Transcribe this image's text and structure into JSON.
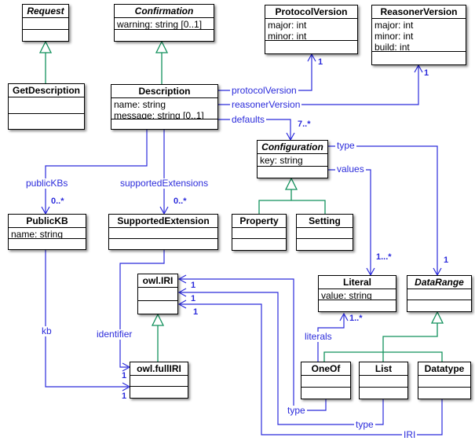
{
  "diagram": {
    "colors": {
      "association": "#2b2bdb",
      "generalization": "#12915c",
      "box_border": "#000000",
      "box_fill": "#ffffff"
    },
    "classes": [
      {
        "name": "Request",
        "abstract": true,
        "attributes": []
      },
      {
        "name": "Confirmation",
        "abstract": true,
        "attributes": [
          "warning: string [0..1]"
        ]
      },
      {
        "name": "ProtocolVersion",
        "abstract": false,
        "attributes": [
          "major: int",
          "minor: int"
        ]
      },
      {
        "name": "ReasonerVersion",
        "abstract": false,
        "attributes": [
          "major: int",
          "minor: int",
          "build: int"
        ]
      },
      {
        "name": "GetDescription",
        "abstract": false,
        "attributes": []
      },
      {
        "name": "Description",
        "abstract": false,
        "attributes": [
          "name: string",
          "message: string [0..1]"
        ]
      },
      {
        "name": "Configuration",
        "abstract": true,
        "attributes": [
          "key: string"
        ]
      },
      {
        "name": "PublicKB",
        "abstract": false,
        "attributes": [
          "name: string"
        ]
      },
      {
        "name": "SupportedExtension",
        "abstract": false,
        "attributes": []
      },
      {
        "name": "Property",
        "abstract": false,
        "attributes": []
      },
      {
        "name": "Setting",
        "abstract": false,
        "attributes": []
      },
      {
        "name": "owl.IRI",
        "abstract": false,
        "attributes": []
      },
      {
        "name": "Literal",
        "abstract": false,
        "attributes": [
          "value: string"
        ]
      },
      {
        "name": "DataRange",
        "abstract": true,
        "attributes": []
      },
      {
        "name": "owl.fullIRI",
        "abstract": false,
        "attributes": []
      },
      {
        "name": "OneOf",
        "abstract": false,
        "attributes": []
      },
      {
        "name": "List",
        "abstract": false,
        "attributes": []
      },
      {
        "name": "Datatype",
        "abstract": false,
        "attributes": []
      }
    ],
    "edges": [
      {
        "id": "protocolVersion",
        "from": "Description",
        "to": "ProtocolVersion",
        "label": "protocolVersion",
        "multiplicity": "1"
      },
      {
        "id": "reasonerVersion",
        "from": "Description",
        "to": "ReasonerVersion",
        "label": "reasonerVersion",
        "multiplicity": "1"
      },
      {
        "id": "defaults",
        "from": "Description",
        "to": "Configuration",
        "label": "defaults",
        "multiplicity": "7..*"
      },
      {
        "id": "publicKBs",
        "from": "Description",
        "to": "PublicKB",
        "label": "publicKBs",
        "multiplicity": "0..*"
      },
      {
        "id": "supportedExtensions",
        "from": "Description",
        "to": "SupportedExtension",
        "label": "supportedExtensions",
        "multiplicity": "0..*"
      },
      {
        "id": "configuration-type",
        "from": "Configuration",
        "to": "DataRange",
        "label": "type",
        "multiplicity": "1"
      },
      {
        "id": "values",
        "from": "Configuration",
        "to": "Literal",
        "label": "values",
        "multiplicity": "1...*"
      },
      {
        "id": "identifier",
        "from": "SupportedExtension",
        "to": "owl.fullIRI",
        "label": "identifier",
        "multiplicity": "1"
      },
      {
        "id": "kb",
        "from": "PublicKB",
        "to": "owl.fullIRI",
        "label": "kb",
        "multiplicity": "1"
      },
      {
        "id": "literals",
        "from": "OneOf",
        "to": "Literal",
        "label": "literals",
        "multiplicity": "1..*"
      },
      {
        "id": "oneof-type",
        "from": "OneOf",
        "to": "owl.IRI",
        "label": "type",
        "multiplicity": "1"
      },
      {
        "id": "list-type",
        "from": "List",
        "to": "owl.IRI",
        "label": "type",
        "multiplicity": "1"
      },
      {
        "id": "datatype-iri",
        "from": "Datatype",
        "to": "owl.IRI",
        "label": "IRI",
        "multiplicity": "1"
      }
    ],
    "generalizations": [
      {
        "parent": "Request",
        "children": [
          "GetDescription"
        ]
      },
      {
        "parent": "Confirmation",
        "children": [
          "Description"
        ]
      },
      {
        "parent": "Configuration",
        "children": [
          "Property",
          "Setting"
        ]
      },
      {
        "parent": "owl.IRI",
        "children": [
          "owl.fullIRI"
        ]
      },
      {
        "parent": "DataRange",
        "children": [
          "OneOf",
          "List",
          "Datatype"
        ]
      }
    ]
  }
}
